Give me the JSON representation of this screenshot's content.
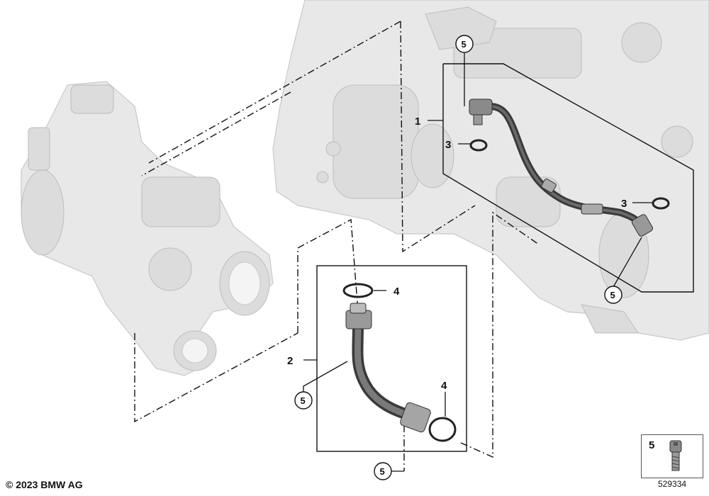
{
  "callouts": {
    "n1": "1",
    "n2": "2",
    "n3a": "3",
    "n3b": "3",
    "n4a": "4",
    "n4b": "4",
    "n5a": "5",
    "n5b": "5",
    "n5c": "5",
    "n5d": "5"
  },
  "legend": {
    "number": "5"
  },
  "footer": {
    "copyright": "© 2023 BMW AG",
    "diagram_id": "529334"
  },
  "colors": {
    "ghost_fill": "#e8e8e8",
    "hose_dark": "#3a3a3a",
    "hose_mid": "#6a6a6a"
  }
}
